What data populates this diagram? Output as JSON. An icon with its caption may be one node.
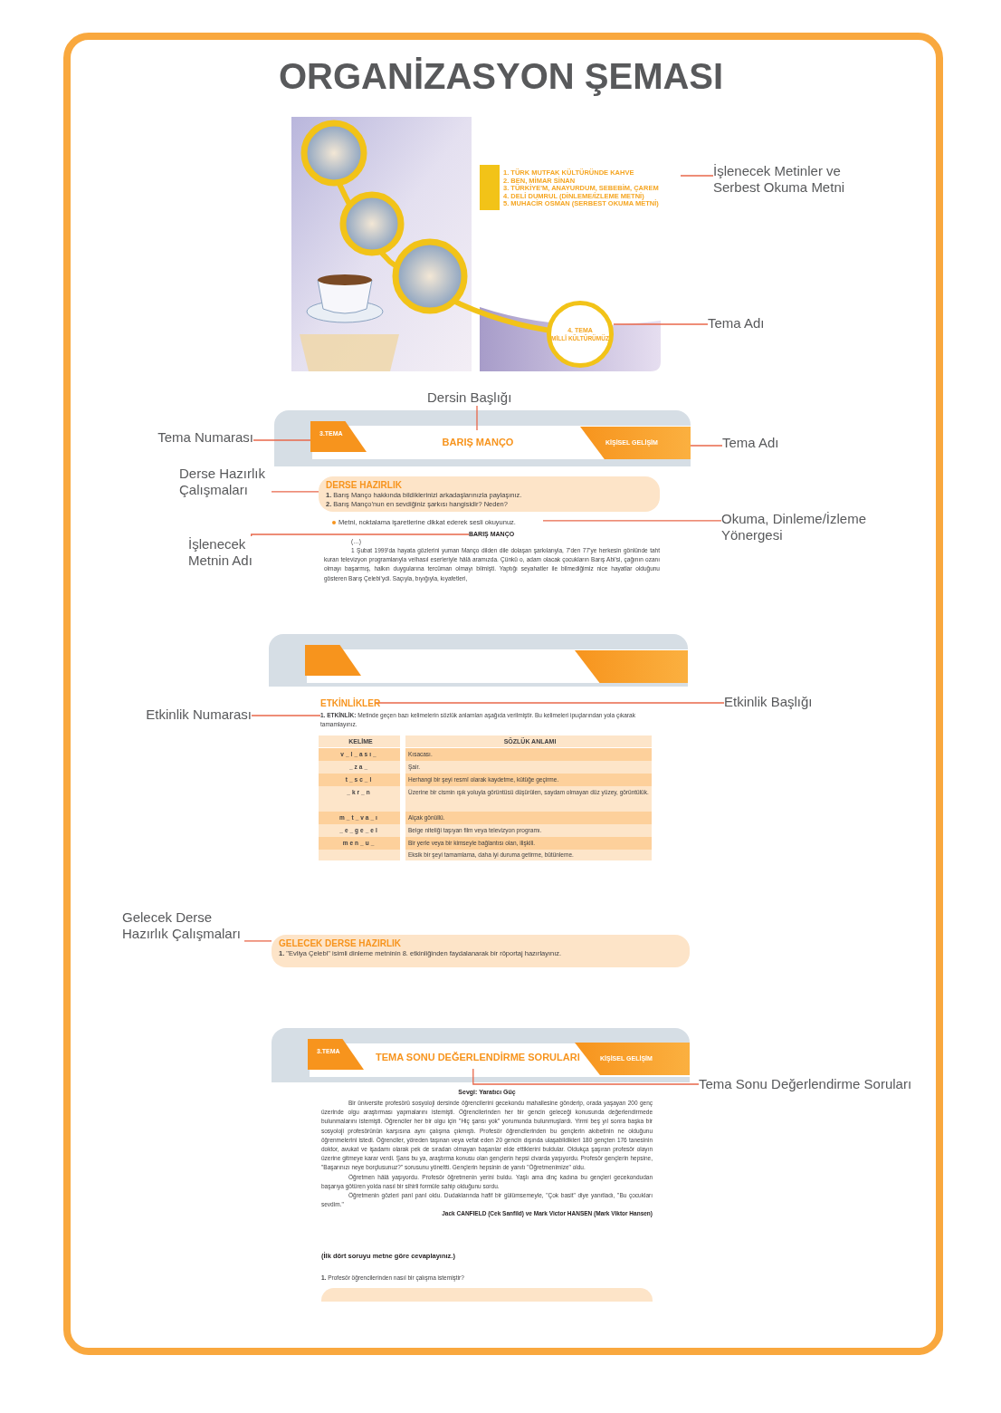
{
  "diagram": {
    "title": "ORGANİZASYON ŞEMASI",
    "nodes": [
      {
        "text": [
          "İşlenecek Metinler ve Serbest Okuma Metni"
        ]
      },
      {
        "text": [
          "1. TÜRK MUTFAK KÜLTÜRÜNDE KAHVE",
          "2. BEN, MİMAR SİNAN",
          "3. TÜRKİYE'M, ANAYURDUM, SEBEBİM, ÇAREM",
          "4. DELİ DUMRUL (DİNLEME/İZLEME METNİ)",
          "5. MUHACİR OSMAN (SERBEST OKUMA METNİ)"
        ]
      },
      {
        "text": [
          "Tema Adı"
        ]
      },
      {
        "text": [
          "4. TEMA",
          "MİLLÎ KÜLTÜRÜMÜZ"
        ]
      },
      {
        "text": [
          "Dersin Başlığı"
        ]
      },
      {
        "text": [
          "Tema Numarası"
        ]
      },
      {
        "text": [
          "Tema Adı"
        ]
      },
      {
        "text": [],
        "shape": "bar"
      },
      {
        "text": [
          "3.TEMA"
        ],
        "in": 7
      },
      {
        "text": [
          "BARIŞ MANÇO"
        ],
        "in": 7
      },
      {
        "text": [
          "KİŞİSEL GELİŞİM"
        ],
        "in": 7
      },
      {
        "text": [
          "Derse Hazırlık Çalışmaları"
        ]
      },
      {
        "text": [
          "DERSE HAZIRLIK",
          "**1.** Barış Manço hakkında bildiklerinizi arkadaşlarınızla paylaşınız.",
          "**2.** Barış Manço’nun en sevdiğiniz şarkısı hangisidir? Neden?"
        ]
      },
      {
        "text": [
          "Okuma, Dinleme/İzleme Yönergesi"
        ]
      },
      {
        "text": [
          "Metni, noktalama işaretlerine dikkat ederek sesli okuyunuz."
        ]
      },
      {
        "text": [
          "İşlenecek Metnin Adı"
        ]
      },
      {
        "text": [
          "BARIŞ MANÇO"
        ]
      },
      {
        "text": [],
        "shape": "bar"
      },
      {
        "text": [
          "Etkinlik Başlığı"
        ]
      },
      {
        "text": [
          "ETKİNLİKLER"
        ]
      },
      {
        "text": [
          "Etkinlik Numarası"
        ]
      },
      {
        "text": [
          "**1. ETKİNLİK:** Metinde geçen bazı kelimelerin sözlük anlamları aşağıda verilmiştir. Bu kelimeleri ipuçlarından yola çıkarak tamamlayınız."
        ]
      },
      {
        "text": [
          "Gelecek Derse Hazırlık Çalışmaları"
        ]
      },
      {
        "text": [
          "GELECEK DERSE HAZIRLIK",
          "**1.** \"Evliya Çelebi\" isimli dinleme metninin 8. etkinliğinden faydalanarak bir röportaj hazırlayınız."
        ]
      },
      {
        "text": [
          "Tema Sonu Değerlendirme Soruları"
        ]
      },
      {
        "text": [],
        "shape": "bar"
      },
      {
        "text": [
          "3.TEMA"
        ],
        "in": 25
      },
      {
        "text": [
          "TEMA SONU DEĞERLENDİRME SORULARI"
        ],
        "in": 25
      },
      {
        "text": [
          "KİŞİSEL GELİŞİM"
        ],
        "in": 25
      }
    ],
    "edges": [
      {
        "from": 0,
        "to": 1,
        "arrow": "none"
      },
      {
        "from": 2,
        "to": 3,
        "arrow": "none"
      },
      {
        "from": 4,
        "to": 9,
        "arrow": "none"
      },
      {
        "from": 5,
        "to": 8,
        "arrow": "none"
      },
      {
        "from": 6,
        "to": 10,
        "arrow": "none"
      },
      {
        "from": 11,
        "to": 12,
        "arrow": "none"
      },
      {
        "from": 13,
        "to": 14,
        "arrow": "none"
      },
      {
        "from": 15,
        "to": 16,
        "arrow": "none"
      },
      {
        "from": 18,
        "to": 19,
        "arrow": "none"
      },
      {
        "from": 20,
        "to": 21,
        "arrow": "none"
      },
      {
        "from": 22,
        "to": 23,
        "arrow": "none"
      },
      {
        "from": 24,
        "to": 27,
        "arrow": "none"
      }
    ],
    "labels": [
      "(…)",
      "1 Şubat 1999’da hayata gözlerini yuman Manço dilden dile dolaşan şarkılarıyla, 7’den 77’ye herkesin gönlünde taht kuran televizyon programlarıyla velhasıl eserleriyle hâlâ aramızda. Çünkü o, adam olacak çocukların Barış Abi’si, çağının ozanı olmayı başarmış, halkın duygularına tercüman olmayı bilmişti. Yaptığı seyahatler ile bilmediğimiz nice hayatlar olduğunu gösteren Barış Çelebi’ydi. Saçıyla, bıyığıyla, kıyafetleri,",
      "KELİME",
      "SÖZLÜK ANLAMI",
      "v_l_ası_",
      "Kısacası.",
      "_za_",
      "Şair.",
      "t_sc_l",
      "Herhangi bir şeyi resmî olarak kaydetme, kütüğe geçirme.",
      "_kr_n",
      "Üzerine bir cismin ışık yoluyla görüntüsü düşürülen, saydam olmayan düz yüzey, görüntülük.",
      "m_t_va_ı",
      "Alçak gönüllü.",
      "_e_ge_el",
      "Belge niteliği taşıyan film veya televizyon programı.",
      "men_u_",
      "Bir yerle veya bir kimseyle bağlantısı olan, ilişkili.",
      "Eksik bir şeyi tamamlama, daha iyi duruma getirme, bütünleme.",
      "Sevgi: Yaratıcı Güç",
      "Bir üniversite profesörü sosyoloji dersinde öğrencilerini gecekondu mahallesine gönderip, orada yaşayan 200 genç üzerinde olgu araştırması yapmalarını istemişti. Öğrencilerinden her bir gencin geleceği konusunda değerlendirmede bulunmalarını istemişti. Öğrenciler her bir olgu için \"Hiç şansı yok\" yorumunda bulunmuşlardı. Yirmi beş yıl sonra başka bir sosyoloji profesörünün karşısına aynı çalışma çıkmıştı. Profesör öğrencilerinden bu gençlerin akıbetinin ne olduğunu öğrenmelerini istedi. Öğrenciler, yöreden taşınan veya vefat eden 20 gencin dışında ulaşabildikleri 180 gençten 176 tanesinin doktor, avukat ve işadamı olarak pek de sıradan olmayan başarılar elde ettiklerini buldular. Oldukça şaşıran profesör olayın üzerine gitmeye karar verdi. Şans bu ya, araştırma konusu olan gençlerin hepsi civarda yaşıyordu. Profesör gençlerin hepsine, \"Başarınızı neye borçlusunuz?\" sorusunu yöneltti. Gençlerin hepsinin de yanıtı \"Öğretmenimize\" oldu.",
      "Öğretmen hâlâ yaşıyordu. Profesör öğretmenin yerini buldu. Yaşlı ama dinç kadına bu gençleri gecekondudan başarıya götüren yolda nasıl bir sihirli formüle sahip olduğunu sordu.",
      "Öğretmenin gözleri parıl parıl oldu. Dudaklarında hafif bir gülümsemeyle, \"Çok basit\" diye yanıtladı, \"Bu çocukları sevdim.\"",
      "Jack CANFIELD (Cek Sanfild) ve Mark Victor HANSEN (Mark Viktor Hansen)",
      "(İlk dört soruyu metne göre cevaplayınız.)",
      "**1.** Profesör öğrencilerinden nasıl bir çalışma istemiştir?"
    ]
  }
}
